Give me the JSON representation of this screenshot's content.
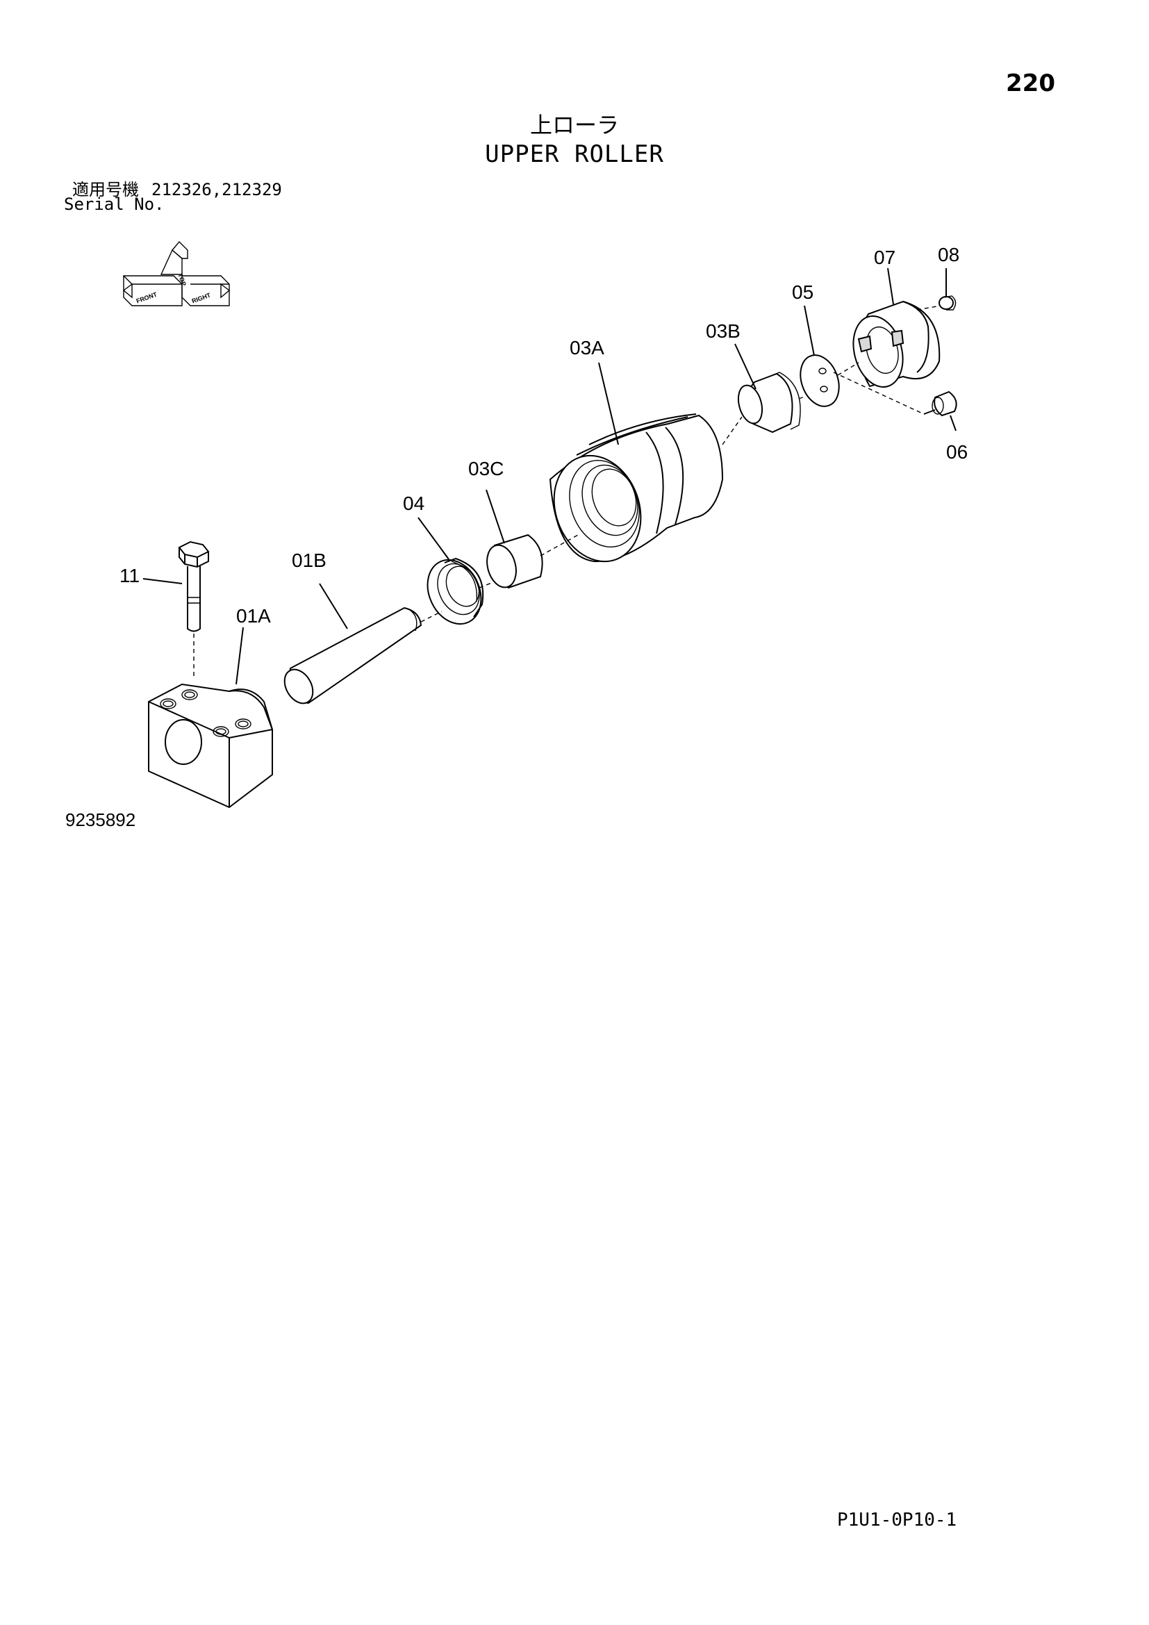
{
  "page": {
    "number": "220",
    "title_jp": "上ローラ",
    "title_en": "UPPER ROLLER",
    "serial_label_jp": "適用号機",
    "serial_numbers": "212326,212329",
    "serial_label_en": "Serial No.",
    "drawing_number": "9235892",
    "page_code": "P1U1-0P10-1"
  },
  "orientation_icon": {
    "labels": [
      "FRONT",
      "TOP",
      "RIGHT"
    ]
  },
  "parts": [
    {
      "callout": "01A"
    },
    {
      "callout": "01B"
    },
    {
      "callout": "03A"
    },
    {
      "callout": "03B"
    },
    {
      "callout": "03C"
    },
    {
      "callout": "04"
    },
    {
      "callout": "05"
    },
    {
      "callout": "06"
    },
    {
      "callout": "07"
    },
    {
      "callout": "08"
    },
    {
      "callout": "11"
    }
  ]
}
